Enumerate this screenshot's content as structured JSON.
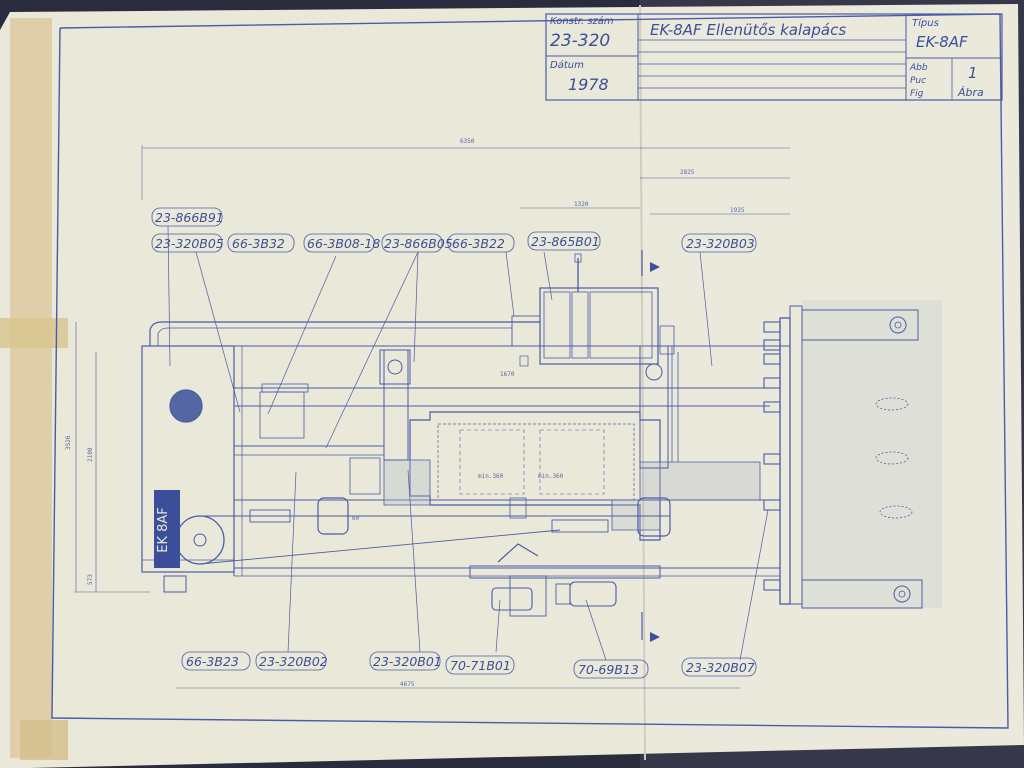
{
  "title_block": {
    "konstr_label": "Konstr. szám",
    "konstr_value": "23-320",
    "datum_label": "Dátum",
    "datum_value": "1978",
    "title": "EK-8AF Ellenütős kalapács",
    "tipus_label": "Típus",
    "tipus_value": "EK-8AF",
    "abb_label": "Abb",
    "puc_label": "Рuс",
    "fig_label": "Fig",
    "abra_label": "Ábra",
    "figure_number": "1"
  },
  "machine_marking": "EK 8AF",
  "part_labels": {
    "top": [
      "23-866B91",
      "23-320B05",
      "66-3B32",
      "66-3B08-18",
      "23-866B05",
      "66-3B22",
      "23-865B01",
      "23-320B03"
    ],
    "bottom": [
      "66-3B23",
      "23-320B02",
      "23-320B01",
      "70-71B01",
      "70-69B13",
      "23-320B07"
    ]
  },
  "dimensions": {
    "overall_length": "6350",
    "right_section": "2825",
    "mid_section": "1320",
    "right_end": "1925",
    "bottom_length": "4675",
    "inner_1670": "1670",
    "height_total": "3526",
    "height_inner": "2100",
    "height_small": "573",
    "inner_left": "min.360",
    "inner_right": "min.360",
    "spring_gap": "60"
  },
  "colors": {
    "paper": "#e9e8d9",
    "ink": "#3b4f9a",
    "tape": "#d9c79a",
    "table_bg": "#2a2c3e"
  }
}
